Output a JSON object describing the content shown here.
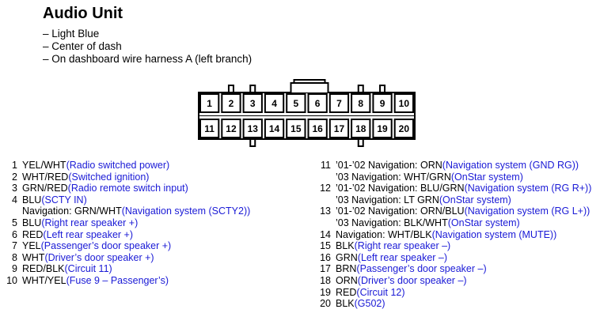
{
  "title": "Audio Unit",
  "notes": [
    "– Light Blue",
    "– Center of dash",
    "– On dashboard wire harness A (left branch)"
  ],
  "connector": {
    "top_row": [
      "1",
      "2",
      "3",
      "4",
      "5",
      "6",
      "7",
      "8",
      "9",
      "10"
    ],
    "bottom_row": [
      "11",
      "12",
      "13",
      "14",
      "15",
      "16",
      "17",
      "18",
      "19",
      "20"
    ]
  },
  "pins_left": [
    {
      "num": "1",
      "lines": [
        {
          "wire": "YEL/WHT ",
          "desc": "(Radio switched power)"
        }
      ]
    },
    {
      "num": "2",
      "lines": [
        {
          "wire": "WHT/RED ",
          "desc": "(Switched ignition)"
        }
      ]
    },
    {
      "num": "3",
      "lines": [
        {
          "wire": "GRN/RED ",
          "desc": "(Radio remote switch input)"
        }
      ]
    },
    {
      "num": "4",
      "lines": [
        {
          "wire": "BLU ",
          "desc": "(SCTY IN)"
        },
        {
          "wire": "Navigation: GRN/WHT ",
          "desc": "(Navigation system (SCTY2))"
        }
      ]
    },
    {
      "num": "5",
      "lines": [
        {
          "wire": "BLU ",
          "desc": "(Right rear speaker +)"
        }
      ]
    },
    {
      "num": "6",
      "lines": [
        {
          "wire": "RED ",
          "desc": "(Left rear speaker +)"
        }
      ]
    },
    {
      "num": "7",
      "lines": [
        {
          "wire": "YEL ",
          "desc": "(Passenger’s door speaker +)"
        }
      ]
    },
    {
      "num": "8",
      "lines": [
        {
          "wire": "WHT ",
          "desc": "(Driver’s door speaker +)"
        }
      ]
    },
    {
      "num": "9",
      "lines": [
        {
          "wire": "RED/BLK ",
          "desc": "(Circuit 11)"
        }
      ]
    },
    {
      "num": "10",
      "lines": [
        {
          "wire": "WHT/YEL ",
          "desc": "(Fuse 9 – Passenger’s)"
        }
      ]
    }
  ],
  "pins_right": [
    {
      "num": "11",
      "lines": [
        {
          "wire": "’01-’02 Navigation: ORN ",
          "desc": "(Navigation system (GND RG))"
        },
        {
          "wire": "’03 Navigation: WHT/GRN ",
          "desc": "(OnStar system)"
        }
      ]
    },
    {
      "num": "12",
      "lines": [
        {
          "wire": "’01-’02 Navigation: BLU/GRN ",
          "desc": "(Navigation system (RG R+))"
        },
        {
          "wire": "’03 Navigation: LT GRN ",
          "desc": "(OnStar system)"
        }
      ]
    },
    {
      "num": "13",
      "lines": [
        {
          "wire": "’01-’02 Navigation: ORN/BLU ",
          "desc": "(Navigation system (RG L+))"
        },
        {
          "wire": "’03 Navigation: BLK/WHT ",
          "desc": "(OnStar system)"
        }
      ]
    },
    {
      "num": "14",
      "lines": [
        {
          "wire": "Navigation: WHT/BLK ",
          "desc": "(Navigation system (MUTE))"
        }
      ]
    },
    {
      "num": "15",
      "lines": [
        {
          "wire": "BLK ",
          "desc": "(Right rear speaker –)"
        }
      ]
    },
    {
      "num": "16",
      "lines": [
        {
          "wire": "GRN ",
          "desc": "(Left rear speaker –)"
        }
      ]
    },
    {
      "num": "17",
      "lines": [
        {
          "wire": "BRN ",
          "desc": "(Passenger’s door speaker –)"
        }
      ]
    },
    {
      "num": "18",
      "lines": [
        {
          "wire": "ORN ",
          "desc": "(Driver’s door speaker –)"
        }
      ]
    },
    {
      "num": "19",
      "lines": [
        {
          "wire": "RED ",
          "desc": "(Circuit 12)"
        }
      ]
    },
    {
      "num": "20",
      "lines": [
        {
          "wire": "BLK ",
          "desc": "(G502)"
        }
      ]
    }
  ]
}
